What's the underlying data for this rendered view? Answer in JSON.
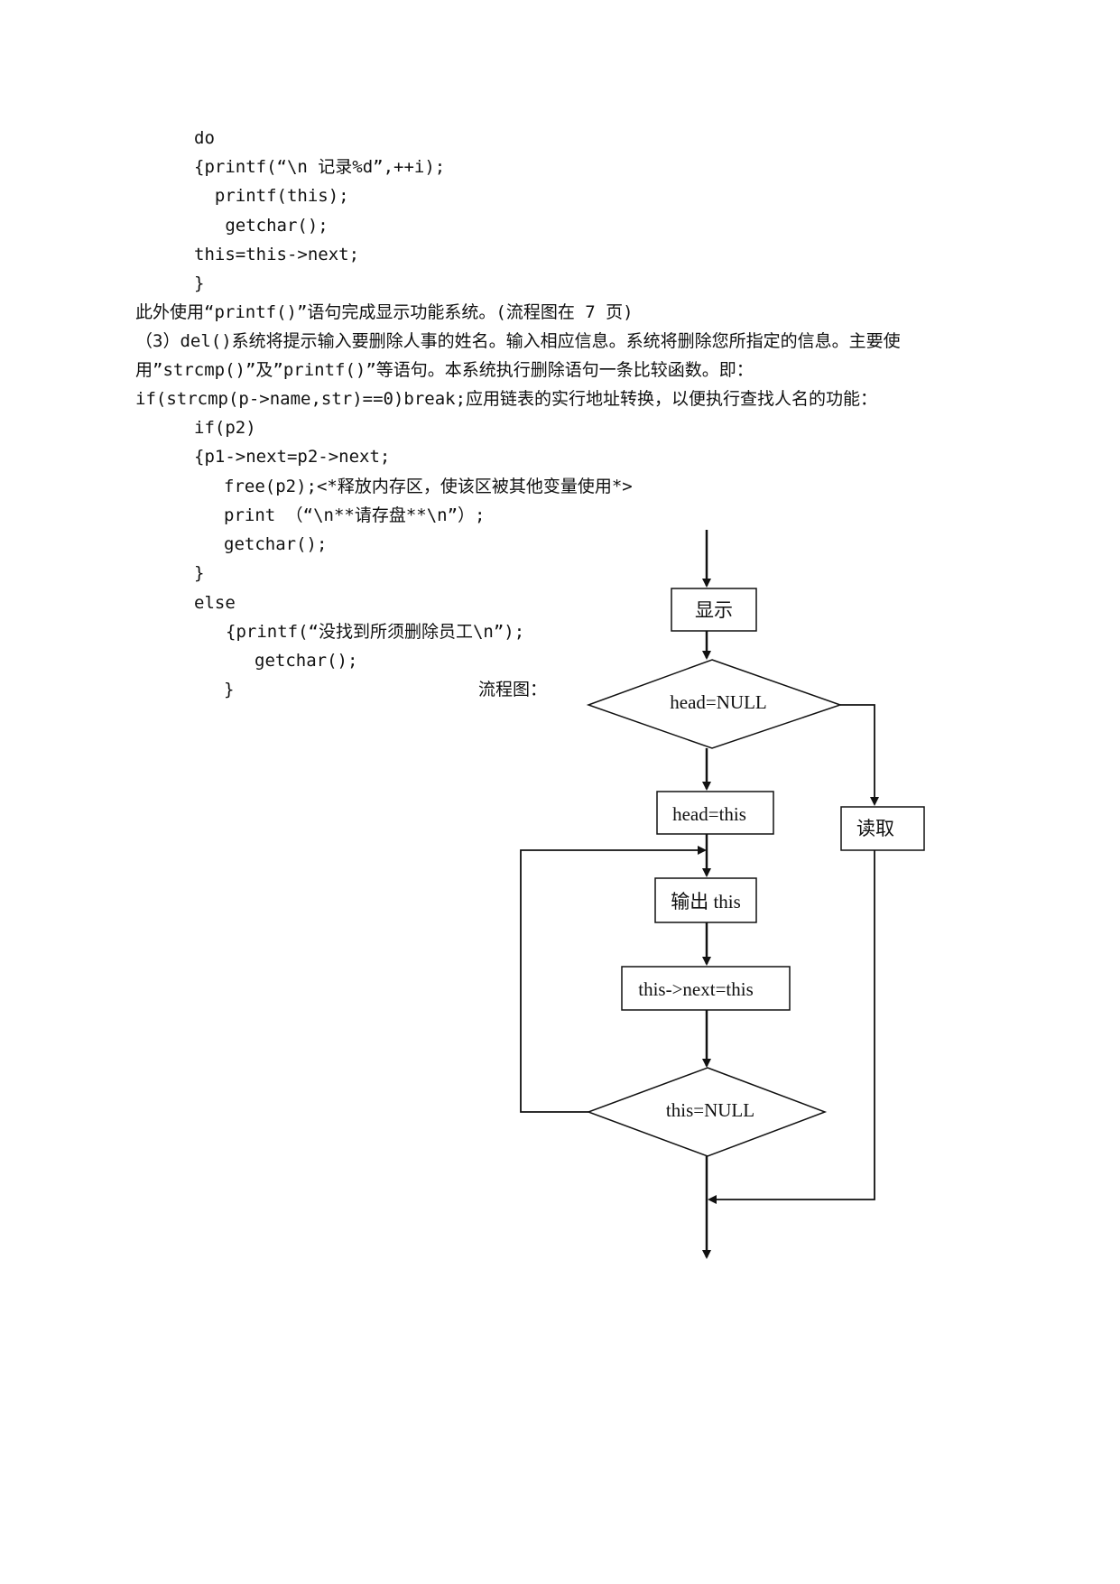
{
  "code_top": [
    "do",
    "{printf(“\\n 记录%d”,++i);",
    "  printf(this);",
    "   getchar();",
    "this=this->next;",
    "}"
  ],
  "paragraphs": [
    "此外使用“printf()”语句完成显示功能系统。(流程图在 7 页)",
    "（3）del()系统将提示输入要删除人事的姓名。输入相应信息。系统将删除您所指定的信息。主要使",
    "用”strcmp()”及”printf()”等语句。本系统执行删除语句一条比较函数。即：",
    "if(strcmp(p->name,str)==0)break;应用链表的实行地址转换，以便执行查找人名的功能："
  ],
  "code_bottom": [
    "if(p2)",
    "{p1->next=p2->next;",
    "free(p2);<*释放内存区，使该区被其他变量使用*>",
    "print （“\\n**请存盘**\\n”）;",
    "getchar();",
    "}",
    "else",
    "{printf(“没找到所须删除员工\\n”);",
    "getchar();",
    "}"
  ],
  "flowchart": {
    "caption": "流程图：",
    "nodes": {
      "display": "显示",
      "cond_head_null": "head=NULL",
      "head_this": "head=this",
      "read": "读取",
      "output_this": "输出 this",
      "next": "this->next=this",
      "cond_this_null": "this=NULL"
    }
  }
}
